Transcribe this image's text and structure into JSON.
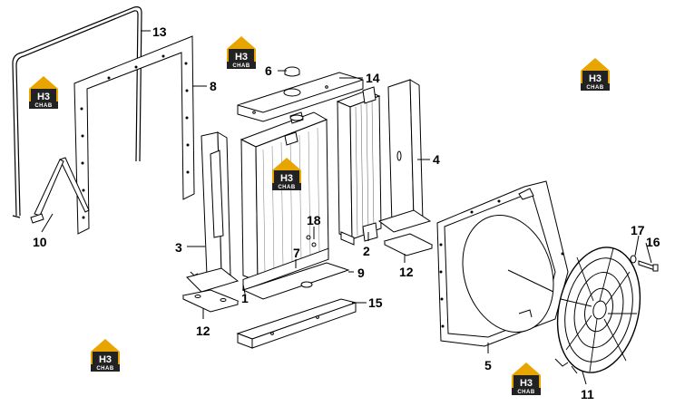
{
  "logo": {
    "mark": "H3",
    "sub": "CHAB",
    "color_gold": "#e8a400",
    "color_dark": "#222222"
  },
  "callouts": [
    {
      "id": "c1",
      "text": "1"
    },
    {
      "id": "c2",
      "text": "2"
    },
    {
      "id": "c3",
      "text": "3"
    },
    {
      "id": "c4",
      "text": "4"
    },
    {
      "id": "c5",
      "text": "5"
    },
    {
      "id": "c6",
      "text": "6"
    },
    {
      "id": "c7",
      "text": "7"
    },
    {
      "id": "c8",
      "text": "8"
    },
    {
      "id": "c9",
      "text": "9"
    },
    {
      "id": "c10",
      "text": "10"
    },
    {
      "id": "c11",
      "text": "11"
    },
    {
      "id": "c12a",
      "text": "12"
    },
    {
      "id": "c12b",
      "text": "12"
    },
    {
      "id": "c13",
      "text": "13"
    },
    {
      "id": "c14",
      "text": "14"
    },
    {
      "id": "c15",
      "text": "15"
    },
    {
      "id": "c16",
      "text": "16"
    },
    {
      "id": "c17",
      "text": "17"
    },
    {
      "id": "c18",
      "text": "18"
    }
  ]
}
